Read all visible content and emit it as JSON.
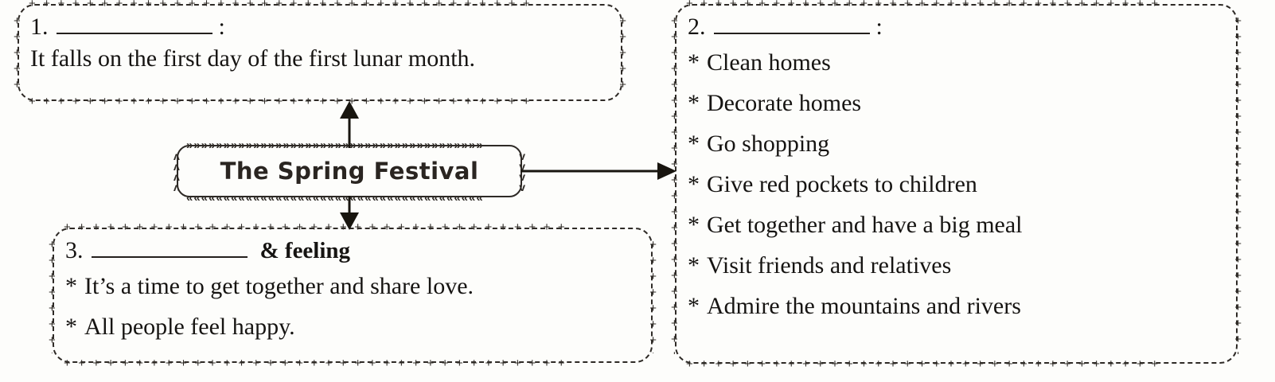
{
  "page": {
    "title": "The Spring Festival mind map",
    "background_color": "#fdfdfb",
    "ink_color": "#161412"
  },
  "center_node": {
    "label": "The Spring Festival",
    "border_style": "chevron-dashed-rounded"
  },
  "boxes": [
    {
      "id": "box-1",
      "number": "1.",
      "blank": "",
      "colon": ":",
      "suffix": "",
      "lines": [
        "It falls on the first day of the first lunar month."
      ],
      "bullets": []
    },
    {
      "id": "box-2",
      "number": "2.",
      "blank": "",
      "colon": ":",
      "suffix": "",
      "lines": [],
      "bullets": [
        "Clean homes",
        "Decorate homes",
        "Go shopping",
        "Give red pockets to children",
        "Get together and have a big meal",
        "Visit friends and relatives",
        "Admire the mountains and rivers"
      ]
    },
    {
      "id": "box-3",
      "number": "3.",
      "blank": "",
      "colon": "",
      "suffix": "& feeling",
      "lines": [],
      "bullets": [
        "It’s a time to get together and share love.",
        "All people feel happy."
      ]
    }
  ],
  "bullet_marker": "*",
  "arrows": [
    {
      "id": "arrow-center-to-box1",
      "direction": "up"
    },
    {
      "id": "arrow-center-to-box2",
      "direction": "right"
    },
    {
      "id": "arrow-center-to-box3",
      "direction": "down"
    }
  ],
  "border_glyphs": {
    "plus": "+",
    "dash": "–",
    "chevron_right": "»",
    "chevron_left": "«",
    "chevron_up": "ʌ",
    "chevron_down": "v"
  }
}
